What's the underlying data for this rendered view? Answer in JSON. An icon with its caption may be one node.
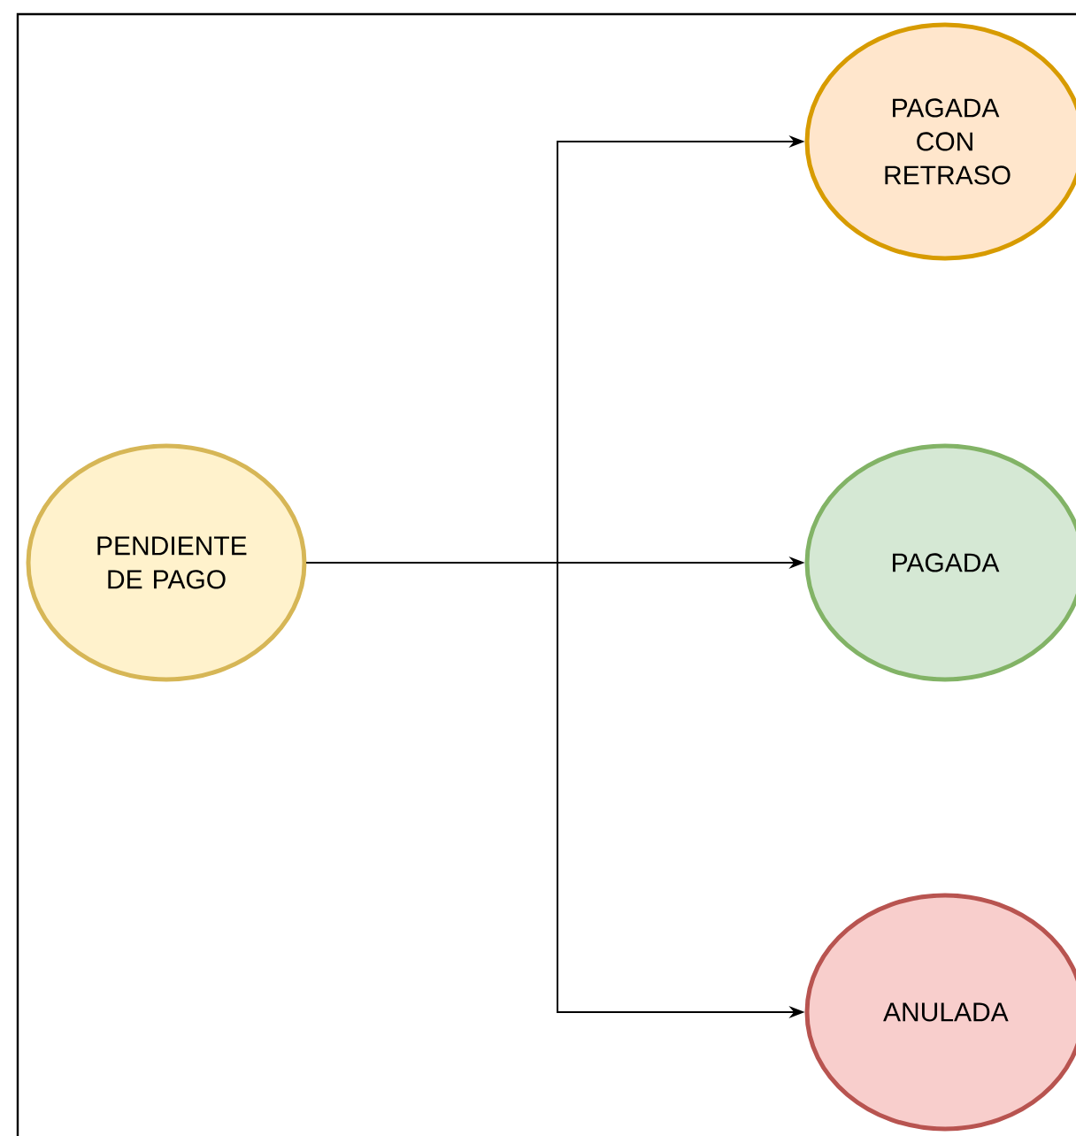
{
  "diagram": {
    "nodes": [
      {
        "text": [
          "PENDIENTE DE PAGO"
        ]
      },
      {
        "text": [
          "PAGADA CON RETRASO"
        ]
      },
      {
        "text": [
          "PAGADA"
        ]
      },
      {
        "text": [
          "ANULADA"
        ]
      }
    ],
    "edges": [
      {
        "from": 0,
        "to": 1,
        "arrow": "to"
      },
      {
        "from": 0,
        "to": 2,
        "arrow": "to"
      },
      {
        "from": 0,
        "to": 3,
        "arrow": "to"
      }
    ]
  }
}
